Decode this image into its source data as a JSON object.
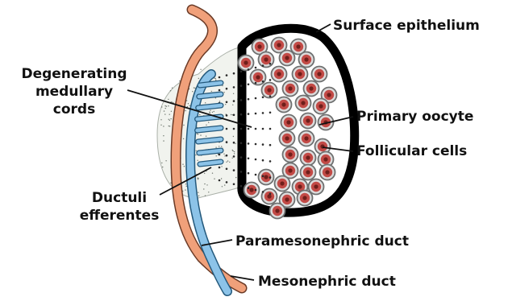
{
  "labels": {
    "surface_epithelium": "Surface epithelium",
    "degenerating_line1": "Degenerating",
    "degenerating_line2": "medullary",
    "degenerating_line3": "cords",
    "primary_oocyte": "Primary oocyte",
    "follicular_cells": "Follicular cells",
    "ductuli_line1": "Ductuli",
    "ductuli_line2": "efferentes",
    "paramesonephric_duct": "Paramesonephric duct",
    "mesonephric_duct": "Mesonephric duct"
  },
  "colors": {
    "background": "#ffffff",
    "epithelium": "#000000",
    "stroma": "#f1f3ee",
    "paramesonephric": "#f0a07a",
    "mesonephric": "#8cc3e8",
    "oocyte_outer": "#c24a46",
    "oocyte_inner": "#6e1f1b",
    "follicle_ring": "#6e7070",
    "cord_dot": "#2b2b2b",
    "label_text": "#111111"
  }
}
